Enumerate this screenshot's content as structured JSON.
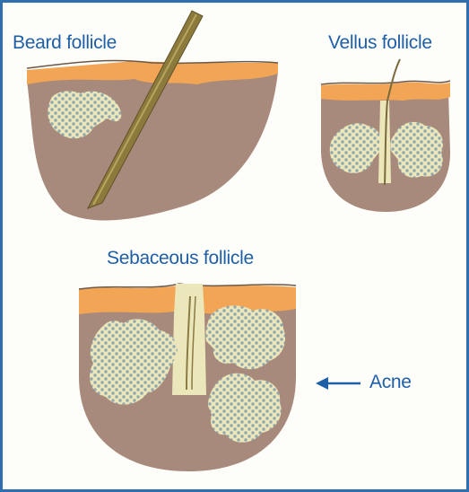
{
  "labels": {
    "beard": "Beard follicle",
    "vellus": "Vellus follicle",
    "sebaceous": "Sebaceous follicle",
    "acne": "Acne"
  },
  "colors": {
    "frame": "#2f6fb0",
    "label_text": "#1f5fa8",
    "skin": "#a88a7c",
    "epidermis": "#f2a554",
    "gland": "#ece7bb",
    "hair": "#8c7a3d",
    "cells": "#8fa7ad"
  }
}
